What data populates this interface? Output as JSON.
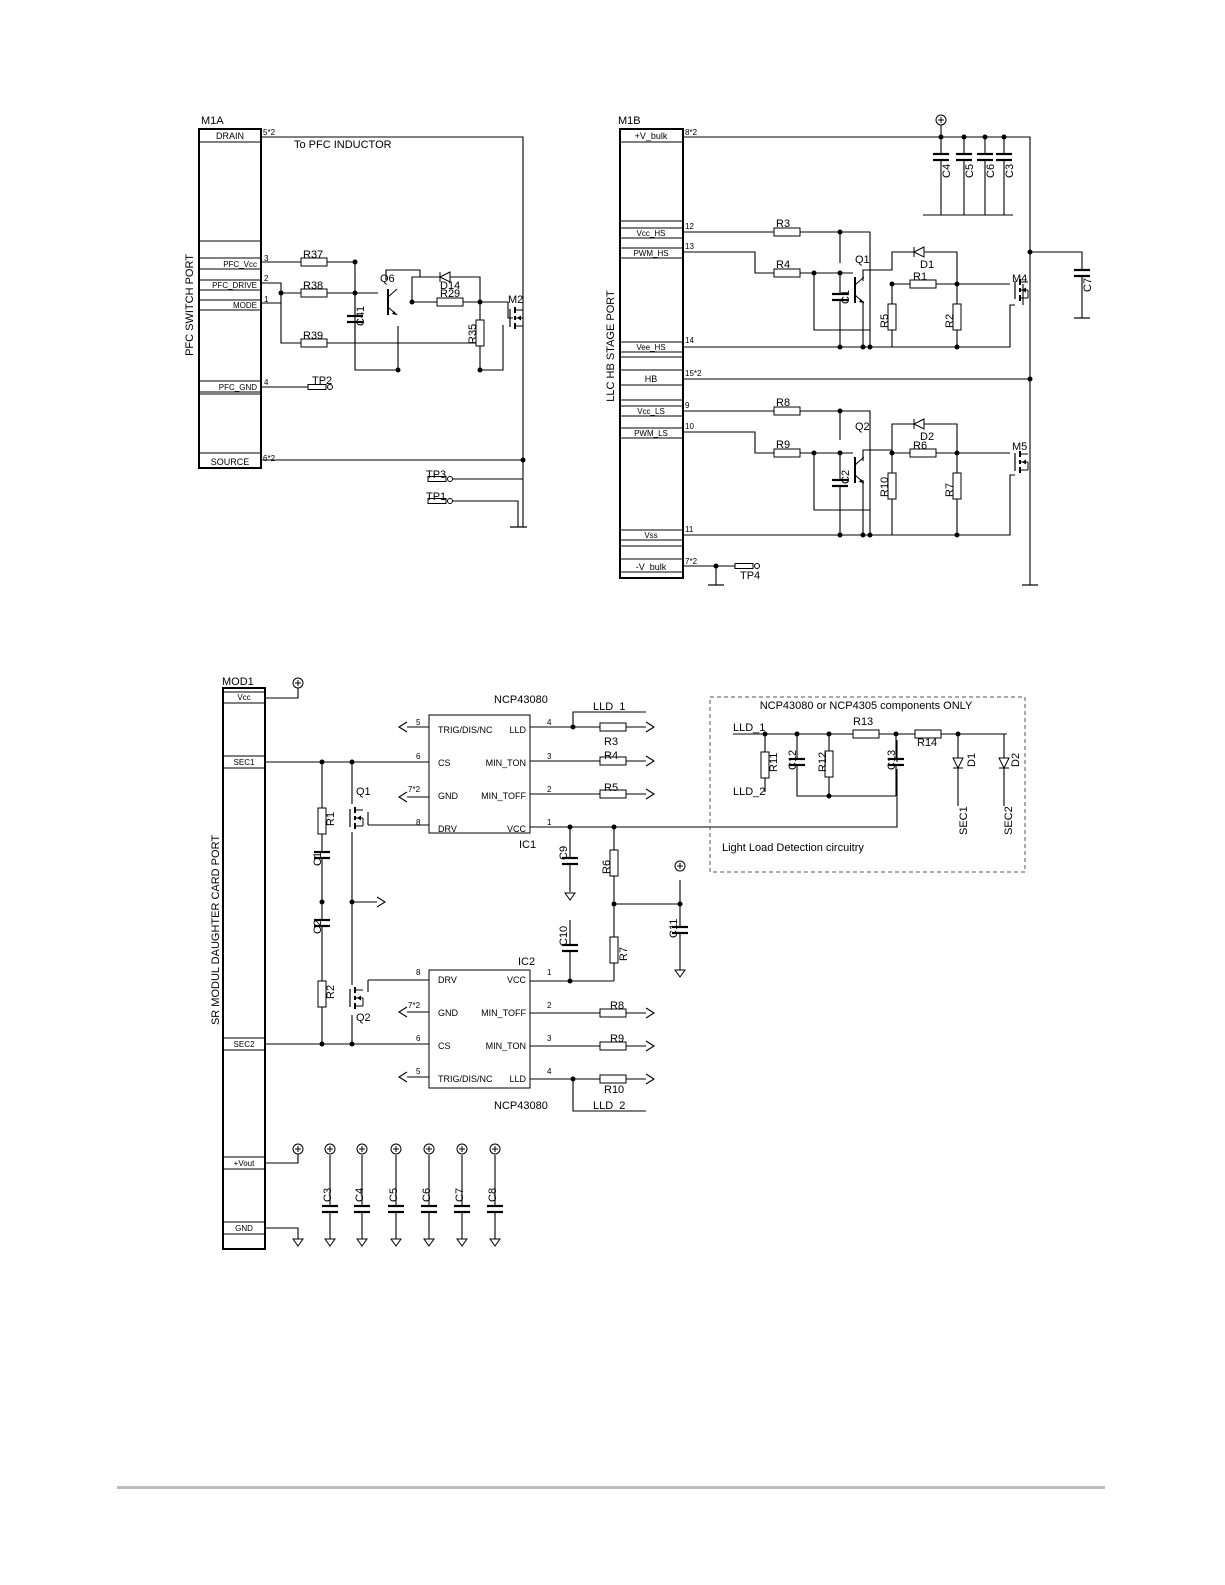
{
  "pfc": {
    "module": "M1A",
    "port": "PFC SWITCH PORT",
    "drain": "DRAIN",
    "source": "SOURCE",
    "drain_pin": "5*2",
    "source_pin": "6*2",
    "to_inductor": "To PFC INDUCTOR",
    "pins": [
      {
        "label": "PFC_Vcc",
        "num": "3"
      },
      {
        "label": "PFC_DRIVE",
        "num": "2"
      },
      {
        "label": "MODE",
        "num": "1"
      },
      {
        "label": "PFC_GND",
        "num": "4"
      }
    ],
    "parts": {
      "r37": "R37",
      "r38": "R38",
      "r39": "R39",
      "c41": "C41",
      "q6": "Q6",
      "d14": "D14",
      "r29": "R29",
      "r35": "R35",
      "m2": "M2",
      "tp1": "TP1",
      "tp2": "TP2",
      "tp3": "TP3"
    }
  },
  "llc": {
    "module": "M1B",
    "port": "LLC HB STAGE PORT",
    "vbulk_p": "+V_bulk",
    "vbulk_n": "-V_bulk",
    "hb": "HB",
    "vbulk_p_pin": "8*2",
    "hb_pin": "15*2",
    "vbulk_n_pin": "7*2",
    "pins": [
      {
        "label": "Vcc_HS",
        "num": "12"
      },
      {
        "label": "PWM_HS",
        "num": "13"
      },
      {
        "label": "Vee_HS",
        "num": "14"
      },
      {
        "label": "Vcc_LS",
        "num": "9"
      },
      {
        "label": "PWM_LS",
        "num": "10"
      },
      {
        "label": "Vss",
        "num": "11"
      }
    ],
    "parts": {
      "c4": "C4",
      "c5": "C5",
      "c6": "C6",
      "c3": "C3",
      "c7": "C7",
      "r3": "R3",
      "r4": "R4",
      "q1": "Q1",
      "d1": "D1",
      "r1": "R1",
      "c1": "C1",
      "r5": "R5",
      "r2": "R2",
      "m4": "M4",
      "r8": "R8",
      "r9": "R9",
      "q2": "Q2",
      "d2": "D2",
      "r6": "R6",
      "c2": "C2",
      "r10": "R10",
      "r7": "R7",
      "m5": "M5",
      "tp4": "TP4"
    }
  },
  "sr": {
    "module": "MOD1",
    "port": "SR MODUL DAUGHTER CARD PORT",
    "pins": {
      "vcc": "Vcc",
      "sec1": "SEC1",
      "sec2": "SEC2",
      "vout": "+Vout",
      "gnd": "GND"
    },
    "ic1": {
      "name": "IC1",
      "part": "NCP43080",
      "left": [
        "TRIG/DIS/NC",
        "CS",
        "GND",
        "DRV"
      ],
      "left_nums": [
        "5",
        "6",
        "7*2",
        "8"
      ],
      "right": [
        "LLD",
        "MIN_TON",
        "MIN_TOFF",
        "VCC"
      ],
      "right_nums": [
        "4",
        "3",
        "2",
        "1"
      ]
    },
    "ic2": {
      "name": "IC2",
      "part": "NCP43080",
      "left": [
        "DRV",
        "GND",
        "CS",
        "TRIG/DIS/NC"
      ],
      "left_nums": [
        "8",
        "7*2",
        "6",
        "5"
      ],
      "right": [
        "VCC",
        "MIN_TOFF",
        "MIN_TON",
        "LLD"
      ],
      "right_nums": [
        "1",
        "2",
        "3",
        "4"
      ]
    },
    "nets": {
      "lld1": "LLD_1",
      "lld2": "LLD_2",
      "sec1": "SEC1",
      "sec2": "SEC2"
    },
    "lld_box_title": "NCP43080 or NCP4305 components ONLY",
    "lld_box_caption": "Light Load Detection circuitry",
    "parts": {
      "q1": "Q1",
      "q2": "Q2",
      "r1": "R1",
      "r2": "R2",
      "c1": "C1",
      "c2": "C2",
      "r3": "R3",
      "r4": "R4",
      "r5": "R5",
      "r6": "R6",
      "r7": "R7",
      "r8": "R8",
      "r9": "R9",
      "r10": "R10",
      "c9": "C9",
      "c10": "C10",
      "c11": "C11",
      "r11": "R11",
      "r12": "R12",
      "r13": "R13",
      "r14": "R14",
      "c12": "C12",
      "c13": "C13",
      "d1": "D1",
      "d2": "D2"
    },
    "out_caps": [
      "C3",
      "C4",
      "C5",
      "C6",
      "C7",
      "C8"
    ]
  }
}
